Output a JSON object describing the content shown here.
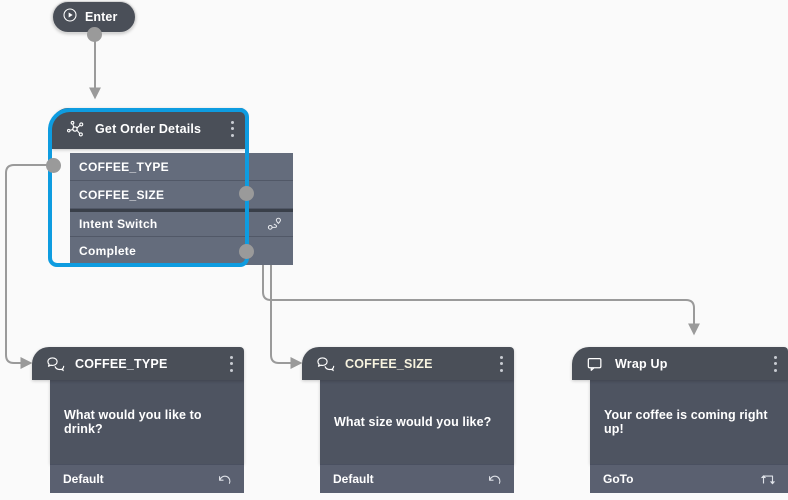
{
  "canvas": {
    "background_color": "#fafafa",
    "connector_color": "#9a9a9a",
    "selection_color": "#0e9ce0"
  },
  "entry": {
    "label": "Enter",
    "icon": "play-circle-icon"
  },
  "nodes": [
    {
      "id": "get-order-details",
      "title": "Get Order Details",
      "icon": "slot-graph-icon",
      "selected": true,
      "menu_icon": "kebab-menu-icon",
      "slots": [
        {
          "label": "COFFEE_TYPE",
          "icon": null
        },
        {
          "label": "COFFEE_SIZE",
          "icon": null
        },
        {
          "label": "Intent Switch",
          "icon": "route-path-icon"
        },
        {
          "label": "Complete",
          "icon": null
        }
      ]
    },
    {
      "id": "coffee-type",
      "title": "COFFEE_TYPE",
      "icon": "chat-bubbles-icon",
      "menu_icon": "kebab-menu-icon",
      "message": "What would you like to drink?",
      "footer_label": "Default",
      "footer_icon": "undo-loop-icon"
    },
    {
      "id": "coffee-size",
      "title": "COFFEE_SIZE",
      "icon": "chat-bubbles-icon",
      "menu_icon": "kebab-menu-icon",
      "message": "What size would you like?",
      "footer_label": "Default",
      "footer_icon": "undo-loop-icon"
    },
    {
      "id": "wrap-up",
      "title": "Wrap Up",
      "icon": "chat-bubble-single-icon",
      "menu_icon": "kebab-menu-icon",
      "message": "Your coffee is coming right up!",
      "footer_label": "GoTo",
      "footer_icon": "goto-loop-icon"
    }
  ]
}
